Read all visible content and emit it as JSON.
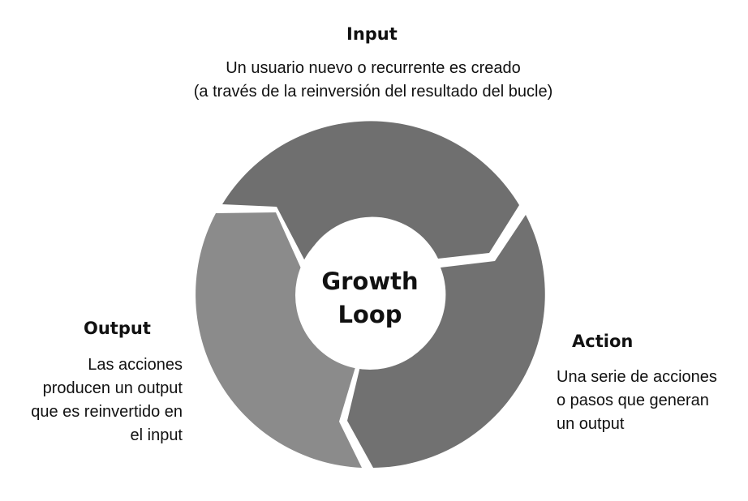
{
  "diagram": {
    "center_label": [
      "Growth",
      "Loop"
    ],
    "colors": {
      "segment_top": "#6f6f6f",
      "segment_right": "#717171",
      "segment_left": "#8b8b8b",
      "center": "#ffffff",
      "background": "#ffffff"
    }
  },
  "input": {
    "heading": "Input",
    "lines": [
      "Un usuario nuevo o recurrente es creado",
      "(a través de la reinversión del resultado del bucle)"
    ]
  },
  "output": {
    "heading": "Output",
    "lines": [
      "Las acciones",
      "producen un output",
      "que es reinvertido en",
      "el input"
    ]
  },
  "action": {
    "heading": "Action",
    "lines": [
      "Una serie de acciones",
      "o pasos que generan",
      "un output"
    ]
  }
}
